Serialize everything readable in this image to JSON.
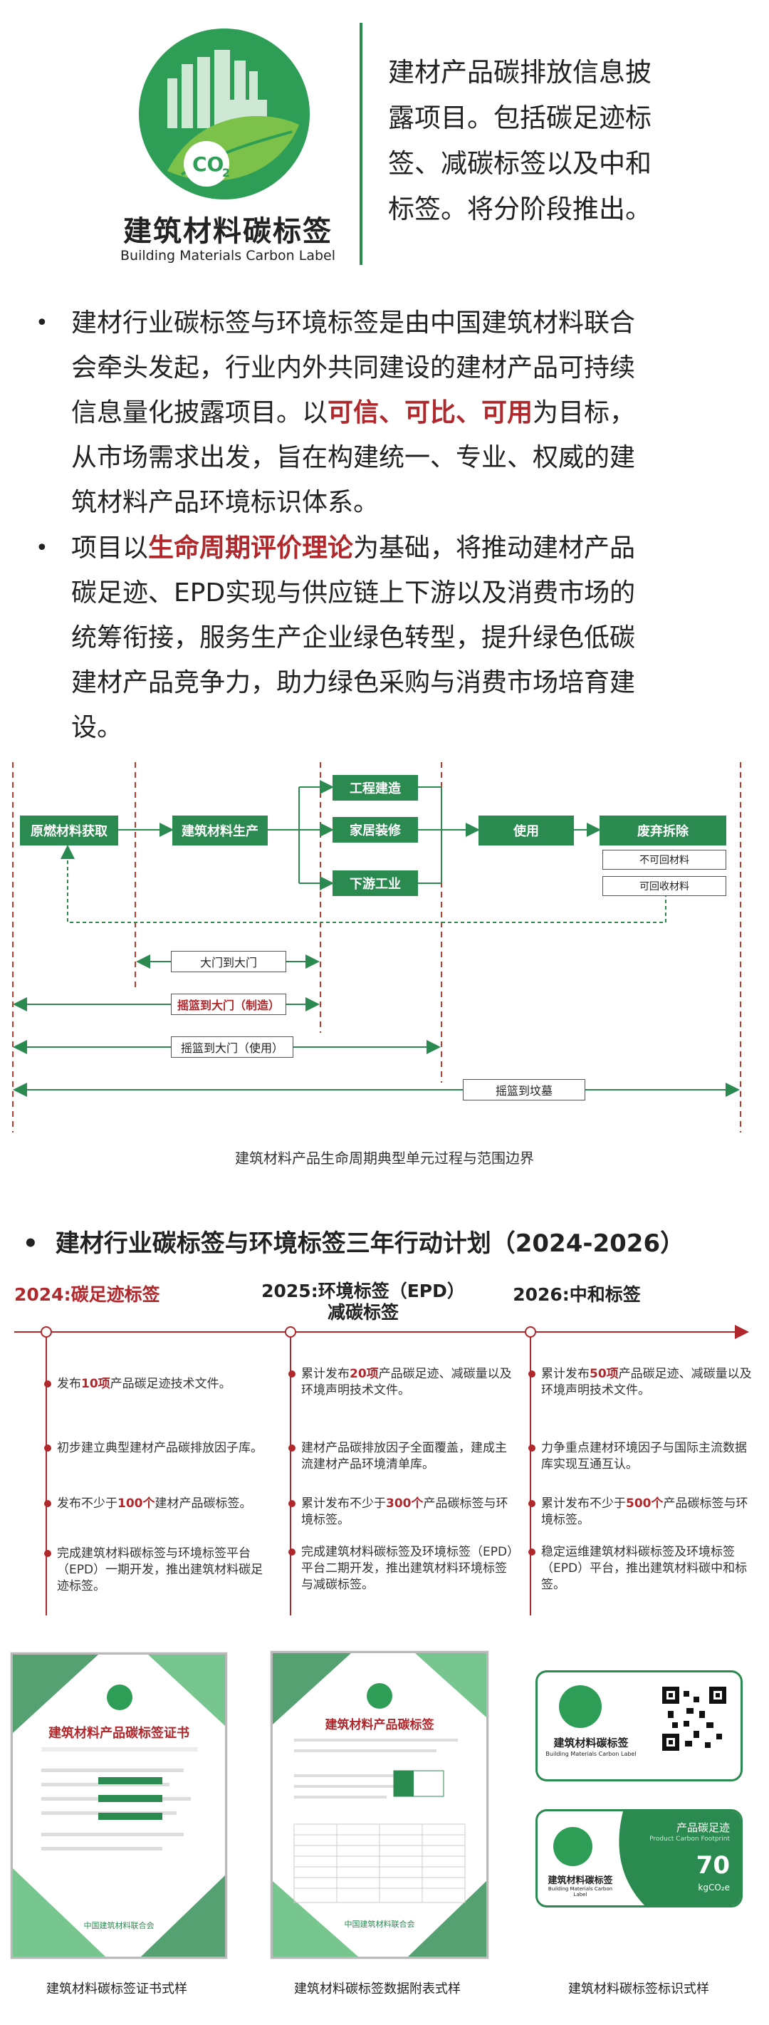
{
  "header": {
    "logo_title": "建筑材料碳标签",
    "logo_subtitle": "Building Materials Carbon Label",
    "description": "建材产品碳排放信息披露项目。包括碳足迹标签、减碳标签以及中和标签。将分阶段推出。"
  },
  "bullets": [
    {
      "parts": [
        {
          "text": "建材行业碳标签与环境标签是由中国建筑材料联合会牵头发起，行业内外共同建设的建材产品可持续信息量化披露项目。以",
          "highlight": false
        },
        {
          "text": "可信、可比、可用",
          "highlight": true
        },
        {
          "text": "为目标，从市场需求出发，旨在构建统一、专业、权威的建筑材料产品环境标识体系。",
          "highlight": false
        }
      ]
    },
    {
      "parts": [
        {
          "text": "项目以",
          "highlight": false
        },
        {
          "text": "生命周期评价理论",
          "highlight": true
        },
        {
          "text": "为基础，将推动建材产品碳足迹、EPD实现与供应链上下游以及消费市场的统筹衔接，服务生产企业绿色转型，提升绿色低碳建材产品竞争力，助力绿色采购与消费市场培育建设。",
          "highlight": false
        }
      ]
    }
  ],
  "lifecycle": {
    "stages": {
      "raw": "原燃材料获取",
      "production": "建筑材料生产",
      "engineering": "工程建造",
      "decoration": "家居装修",
      "downstream": "下游工业",
      "use": "使用",
      "disposal": "废弃拆除"
    },
    "disposal_options": [
      "不可回材料",
      "可回收材料"
    ],
    "scopes": {
      "gate_to_gate": "大门到大门",
      "cradle_to_gate": "摇篮到大门（制造）",
      "cradle_to_gate_use": "摇篮到大门（使用）",
      "cradle_to_grave": "摇篮到坟墓"
    },
    "caption": "建筑材料产品生命周期典型单元过程与范围边界"
  },
  "plan": {
    "bullet": "•",
    "title": "建材行业碳标签与环境标签三年行动计划（2024-2026）",
    "years": [
      {
        "label": "2024:碳足迹标签",
        "color": "#b0272c"
      },
      {
        "label": "2025:环境标签（EPD）\n减碳标签",
        "color": "#222222"
      },
      {
        "label": "2026:中和标签",
        "color": "#222222"
      }
    ],
    "columns": [
      [
        [
          {
            "t": "发布",
            "h": false
          },
          {
            "t": "10项",
            "h": true
          },
          {
            "t": "产品碳足迹技术文件。",
            "h": false
          }
        ],
        [
          {
            "t": "初步建立典型建材产品碳排放因子库。",
            "h": false
          }
        ],
        [
          {
            "t": "发布不少于",
            "h": false
          },
          {
            "t": "100个",
            "h": true
          },
          {
            "t": "建材产品碳标签。",
            "h": false
          }
        ],
        [
          {
            "t": "完成建筑材料碳标签与环境标签平台（EPD）一期开发，推出建筑材料碳足迹标签。",
            "h": false
          }
        ]
      ],
      [
        [
          {
            "t": "累计发布",
            "h": false
          },
          {
            "t": "20项",
            "h": true
          },
          {
            "t": "产品碳足迹、减碳量以及环境声明技术文件。",
            "h": false
          }
        ],
        [
          {
            "t": "建材产品碳排放因子全面覆盖，建成主流建材产品环境清单库。",
            "h": false
          }
        ],
        [
          {
            "t": "累计发布不少于",
            "h": false
          },
          {
            "t": "300个",
            "h": true
          },
          {
            "t": "产品碳标签与环境标签。",
            "h": false
          }
        ],
        [
          {
            "t": "完成建筑材料碳标签及环境标签（EPD）平台二期开发，推出建筑材料环境标签与减碳标签。",
            "h": false
          }
        ]
      ],
      [
        [
          {
            "t": "累计发布",
            "h": false
          },
          {
            "t": "50项",
            "h": true
          },
          {
            "t": "产品碳足迹、减碳量以及环境声明技术文件。",
            "h": false
          }
        ],
        [
          {
            "t": "力争重点建材环境因子与国际主流数据库实现互通互认。",
            "h": false
          }
        ],
        [
          {
            "t": "累计发布不少于",
            "h": false
          },
          {
            "t": "500个",
            "h": true
          },
          {
            "t": "产品碳标签与环境标签。",
            "h": false
          }
        ],
        [
          {
            "t": "稳定运维建筑材料碳标签及环境标签（EPD）平台，推出建筑材料碳中和标签。",
            "h": false
          }
        ]
      ]
    ]
  },
  "certificates": {
    "cert_title": "建筑材料产品碳标签证书",
    "data_title": "建筑材料产品碳标签",
    "issuer": "中国建筑材料联合会",
    "label_card_title": "建筑材料碳标签",
    "label_card_subtitle": "Building Materials Carbon Label",
    "footprint_label": "产品碳足迹",
    "footprint_en": "Product Carbon Footprint",
    "footprint_value": "70",
    "footprint_unit": "kgCO₂e",
    "captions": [
      "建筑材料碳标签证书式样",
      "建筑材料碳标签数据附表式样",
      "建筑材料碳标签标识式样"
    ]
  },
  "colors": {
    "green": "#2a8a4f",
    "red": "#b0272c",
    "light_green": "#3fae5f"
  }
}
